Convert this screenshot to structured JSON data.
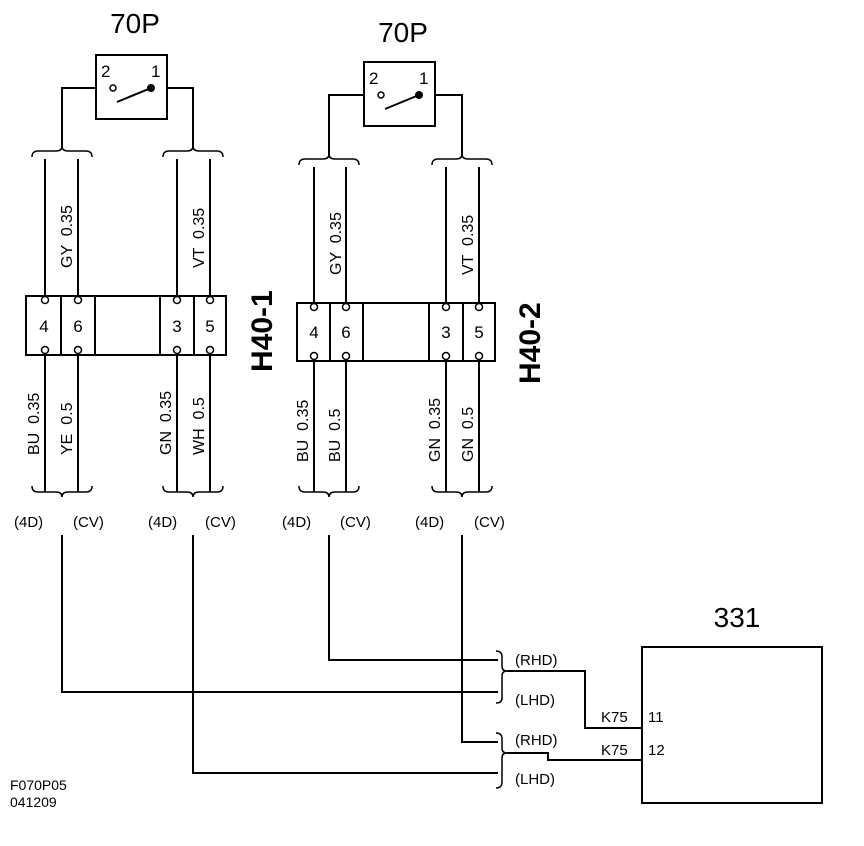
{
  "switches": [
    {
      "label": "70P",
      "pin_left": "2",
      "pin_right": "1"
    },
    {
      "label": "70P",
      "pin_left": "2",
      "pin_right": "1"
    }
  ],
  "connectors": [
    {
      "label": "H40-1",
      "pins": [
        "4",
        "6",
        "3",
        "5"
      ],
      "wires_top": [
        "GY  0.35",
        "VT  0.35"
      ],
      "wires_bottom": [
        "BU  0.35",
        "YE  0.5",
        "GN  0.35",
        "WH  0.5"
      ]
    },
    {
      "label": "H40-2",
      "pins": [
        "4",
        "6",
        "3",
        "5"
      ],
      "wires_top": [
        "GY  0.35",
        "VT  0.35"
      ],
      "wires_bottom": [
        "BU  0.35",
        "BU  0.5",
        "GN  0.35",
        "GN  0.5"
      ]
    }
  ],
  "variants": {
    "four_door": "(4D)",
    "cv": "(CV)",
    "rhd": "(RHD)",
    "lhd": "(LHD)"
  },
  "module": {
    "label": "331",
    "conn": "K75",
    "pin_a": "11",
    "pin_b": "12"
  },
  "footer": {
    "code": "F070P05",
    "date": "041209"
  }
}
